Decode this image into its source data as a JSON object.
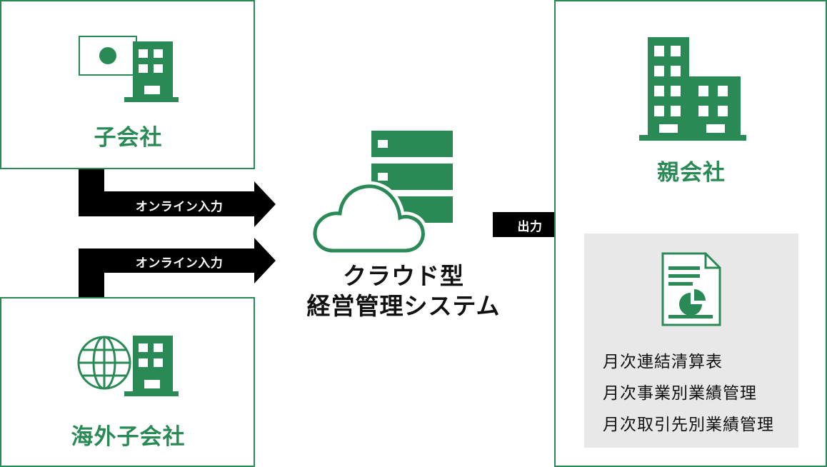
{
  "subsidiary": {
    "label": "子会社"
  },
  "overseas_subsidiary": {
    "label": "海外子会社"
  },
  "arrows": {
    "input_top": "オンライン入力",
    "input_bottom": "オンライン入力",
    "output": "出力"
  },
  "system": {
    "line1": "クラウド型",
    "line2": "経営管理システム"
  },
  "parent": {
    "label": "親会社",
    "reports": [
      "月次連結清算表",
      "月次事業別業績管理",
      "月次取引先別業績管理"
    ]
  },
  "colors": {
    "accent": "#2a8a55",
    "arrow": "#000000",
    "panel": "#e8e8e8"
  }
}
